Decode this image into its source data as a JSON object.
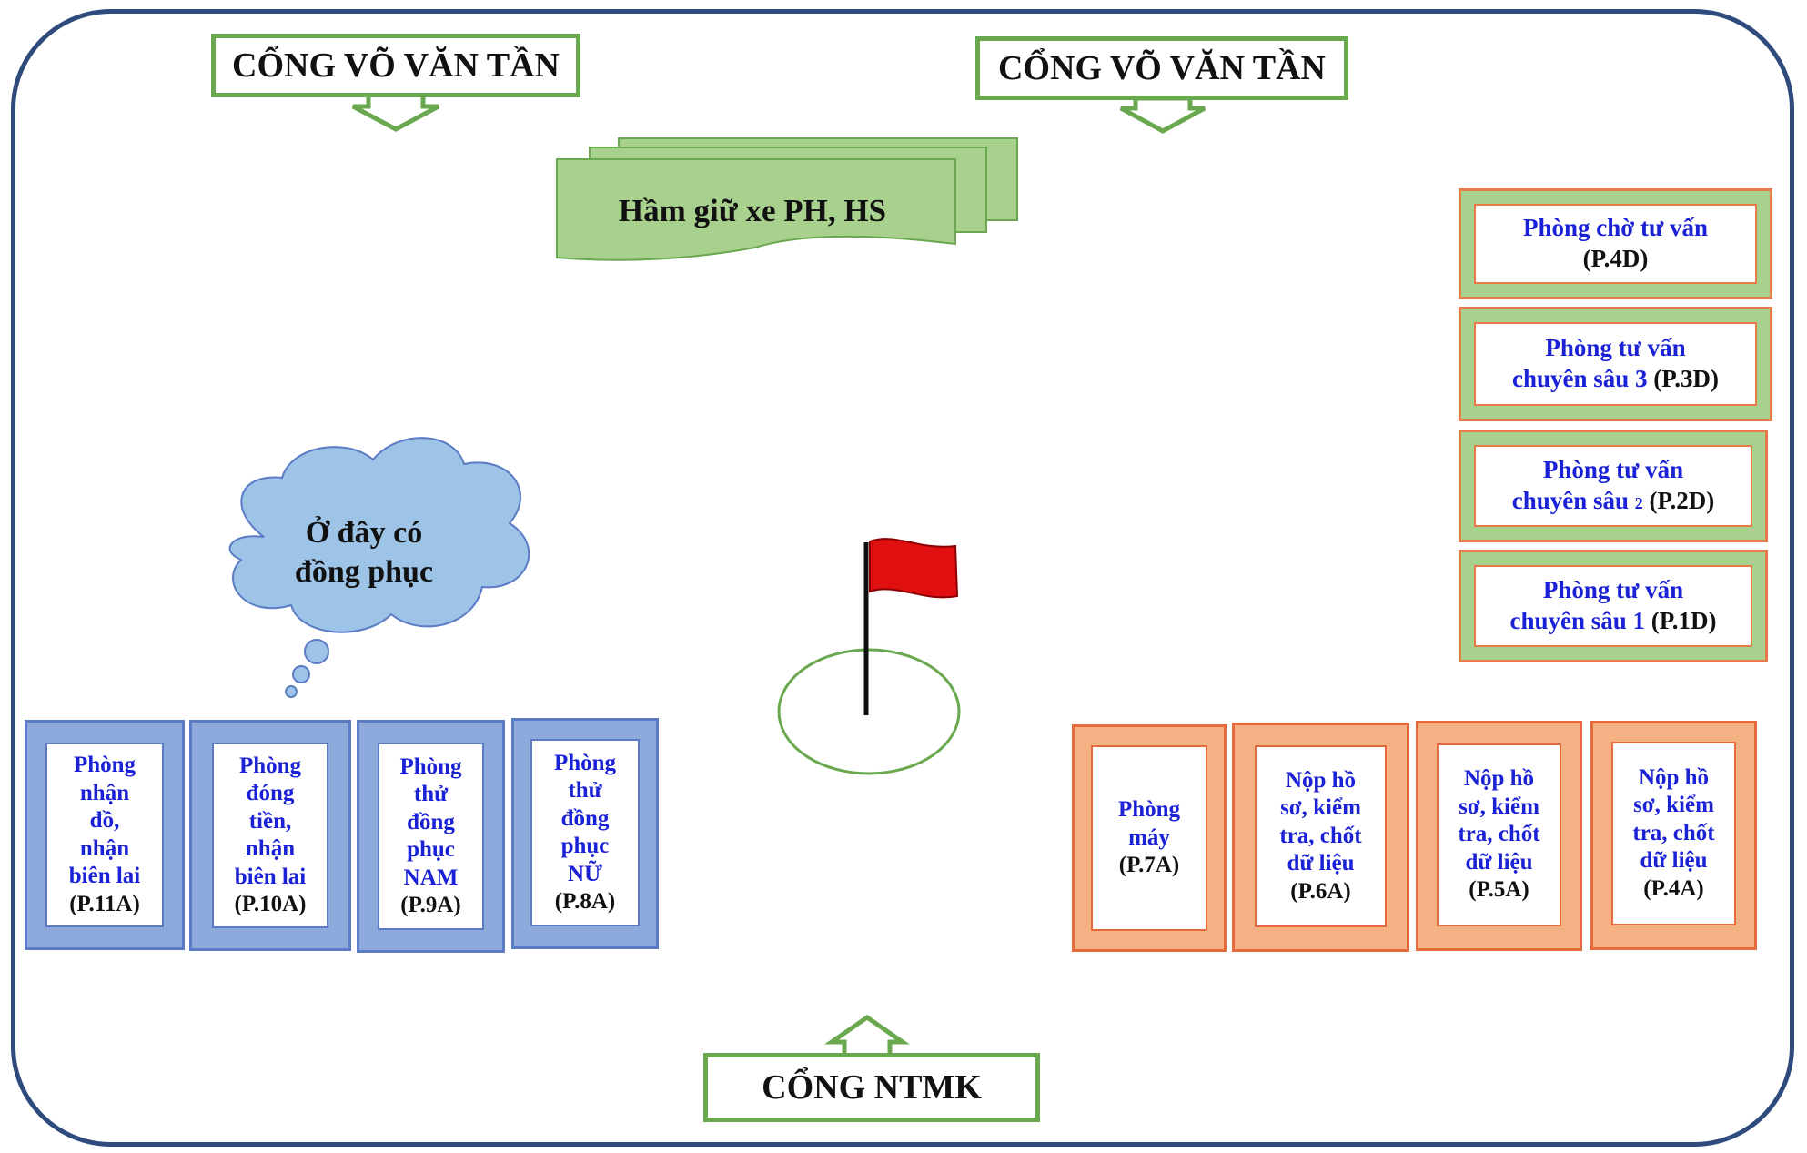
{
  "gates": {
    "top_left": "CỔNG VÕ VĂN TẦN",
    "top_right": "CỔNG VÕ VĂN TẦN",
    "bottom": "CỔNG NTMK"
  },
  "parking": {
    "label": "Hầm giữ xe PH, HS"
  },
  "uniform_bubble": {
    "line1": "Ở đây có",
    "line2": "đồng phục"
  },
  "d_rooms": [
    {
      "line1": "Phòng chờ tư vấn",
      "line2": "",
      "suffix": "(P.4D)"
    },
    {
      "line1": "Phòng tư vấn",
      "line2": "chuyên sâu 3",
      "suffix": "(P.3D)"
    },
    {
      "line1": "Phòng tư vấn",
      "line2": "chuyên sâu",
      "small": "2",
      "suffix": "(P.2D)"
    },
    {
      "line1": "Phòng tư vấn",
      "line2": "chuyên sâu 1",
      "suffix": "(P.1D)"
    }
  ],
  "a_rooms_left": [
    {
      "lines": [
        "Phòng",
        "nhận",
        "đồ,",
        "nhận",
        "biên lai"
      ],
      "code": "(P.11A)"
    },
    {
      "lines": [
        "Phòng",
        "đóng",
        "tiền,",
        "nhận",
        "biên lai"
      ],
      "code": "(P.10A)"
    },
    {
      "lines": [
        "Phòng",
        "thử",
        "đồng",
        "phục",
        "NAM"
      ],
      "code": "(P.9A)"
    },
    {
      "lines": [
        "Phòng",
        "thử",
        "đồng",
        "phục",
        "NỮ"
      ],
      "code": "(P.8A)"
    }
  ],
  "a_rooms_right": [
    {
      "lines": [
        "Phòng",
        "máy"
      ],
      "code": "(P.7A)"
    },
    {
      "lines": [
        "Nộp hồ",
        "sơ, kiểm",
        "tra, chốt",
        "dữ liệu"
      ],
      "code": "(P.6A)"
    },
    {
      "lines": [
        "Nộp hồ",
        "sơ, kiểm",
        "tra, chốt",
        "dữ liệu"
      ],
      "code": "(P.5A)"
    },
    {
      "lines": [
        "Nộp hồ",
        "sơ, kiểm",
        "tra, chốt",
        "dữ liệu"
      ],
      "code": "(P.4A)"
    }
  ],
  "colors": {
    "green": "#6aa84f",
    "navy_border": "#2f4a7c",
    "blue_text": "#1b22d6",
    "flag_red": "#e01010"
  }
}
